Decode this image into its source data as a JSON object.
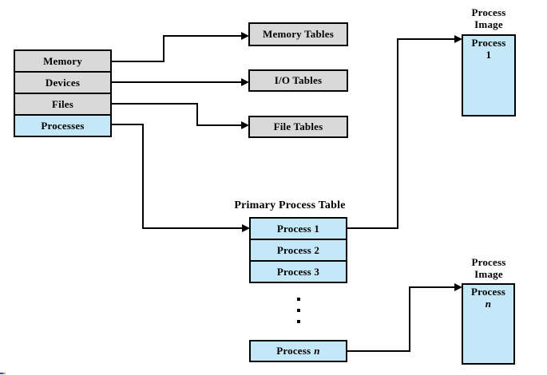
{
  "colors": {
    "background": "#FFFFFF",
    "box_gray": "#D9D9D9",
    "box_blue": "#C5E8F8",
    "line": "#000000",
    "text": "#000000"
  },
  "stack": {
    "items": [
      {
        "label": "Memory"
      },
      {
        "label": "Devices"
      },
      {
        "label": "Files"
      },
      {
        "label": "Processes"
      }
    ]
  },
  "system_tables": {
    "memory": {
      "label": "Memory Tables"
    },
    "io": {
      "label": "I/O Tables"
    },
    "file": {
      "label": "File Tables"
    }
  },
  "primary_process_table": {
    "title": "Primary Process Table",
    "rows": [
      {
        "label": "Process 1"
      },
      {
        "label": "Process 2"
      },
      {
        "label": "Process 3"
      }
    ],
    "last_row": {
      "prefix": "Process",
      "var": "n"
    }
  },
  "process_image_1": {
    "title_line1": "Process",
    "title_line2": "Image",
    "body_line1": "Process",
    "body_line2": "1"
  },
  "process_image_n": {
    "title_line1": "Process",
    "title_line2": "Image",
    "body_line1": "Process",
    "body_line2": "n"
  }
}
